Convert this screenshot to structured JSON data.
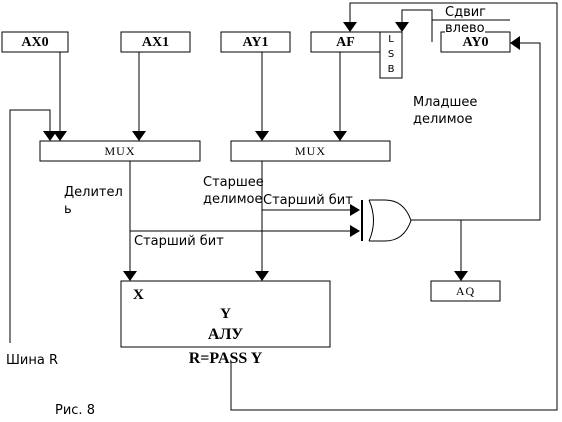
{
  "registers": {
    "ax0": "AX0",
    "ax1": "AX1",
    "ay1": "AY1",
    "af": "AF",
    "ay0": "AY0",
    "lsb": [
      "L",
      "S",
      "B"
    ]
  },
  "mux": {
    "left": "MUX",
    "right": "MUX"
  },
  "alu": {
    "x_label": "X",
    "y_label": "Y",
    "title": "АЛУ",
    "operation": "R=PASS Y"
  },
  "aq": "AQ",
  "labels": {
    "shift_left": [
      "Сдвиг",
      "влево"
    ],
    "low_dividend": [
      "Младшее",
      "делимое"
    ],
    "divisor": [
      "Делител",
      "ь"
    ],
    "high_dividend": [
      "Старшее",
      "делимое"
    ],
    "msb_upper": "Старший бит",
    "msb_lower": "Старший бит",
    "bus_r": "Шина R",
    "figure": "Рис. 8"
  }
}
